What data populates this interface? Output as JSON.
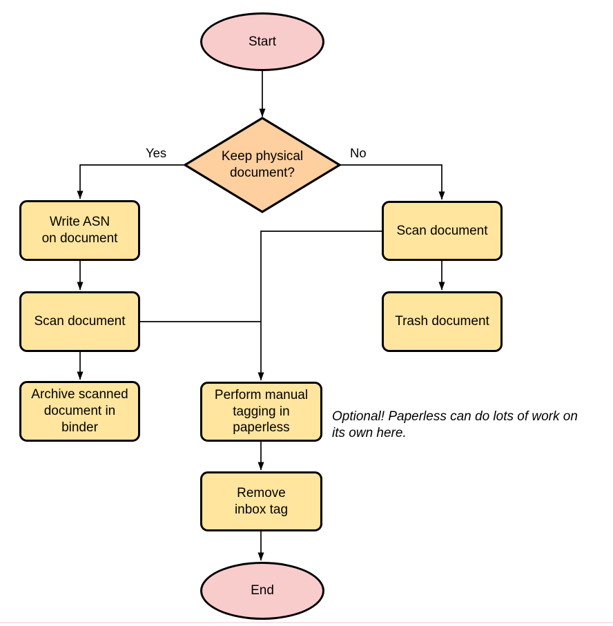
{
  "colors": {
    "terminator_fill": "#f9cccc",
    "decision_fill": "#fecf9f",
    "process_fill": "#ffe59e",
    "stroke": "#000000",
    "bottom_rule": "#f7e4e4"
  },
  "nodes": {
    "start": "Start",
    "decision": [
      "Keep physical",
      "document?"
    ],
    "write_asn": [
      "Write ASN",
      "on document"
    ],
    "scan_left": "Scan document",
    "archive": [
      "Archive scanned",
      "document in",
      "binder"
    ],
    "scan_right": "Scan document",
    "trash": "Trash document",
    "tagging": [
      "Perform manual",
      "tagging in",
      "paperless"
    ],
    "remove_inbox": [
      "Remove",
      "inbox tag"
    ],
    "end": "End"
  },
  "edge_labels": {
    "yes": "Yes",
    "no": "No"
  },
  "note": [
    "Optional! Paperless can do lots of work on",
    "its own here."
  ]
}
